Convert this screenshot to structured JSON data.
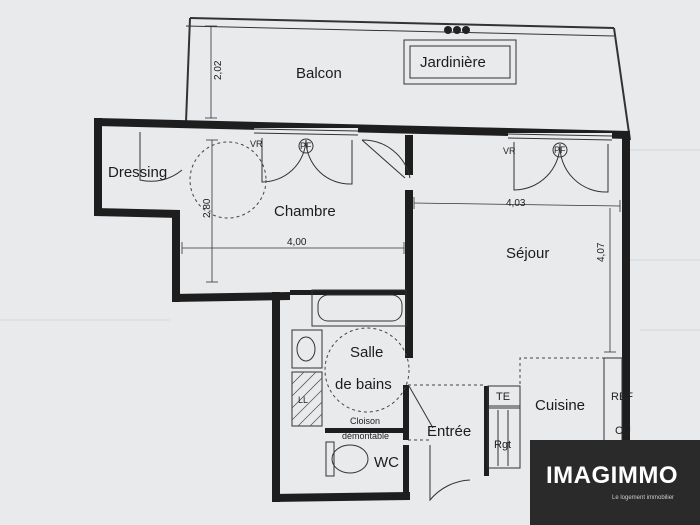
{
  "rooms": {
    "balcon": "Balcon",
    "jardiniere": "Jardinière",
    "dressing": "Dressing",
    "chambre": "Chambre",
    "sejour": "Séjour",
    "salle_de_bains_1": "Salle",
    "salle_de_bains_2": "de bains",
    "cuisine": "Cuisine",
    "entree": "Entrée",
    "wc": "WC"
  },
  "dimensions": {
    "balcon_depth": "2,02",
    "chambre_depth": "2,80",
    "chambre_width": "4,00",
    "sejour_width": "4,03",
    "sejour_depth": "4,07"
  },
  "fixtures": {
    "vr_left": "VR",
    "pf_left": "PF",
    "vr_right": "VR",
    "pf_right": "PF",
    "te": "TE",
    "ref": "REF",
    "cu": "CU",
    "rgt": "Rgt",
    "ll": "LL",
    "cloison_1": "Cloison",
    "cloison_2": "démontable"
  },
  "logo": {
    "name": "IMAGIMMO",
    "tagline": "Le logement immobilier"
  },
  "colors": {
    "paper": "#e8eaec",
    "wall": "#1e1e1e",
    "logo_bg": "#2a2a2a"
  }
}
